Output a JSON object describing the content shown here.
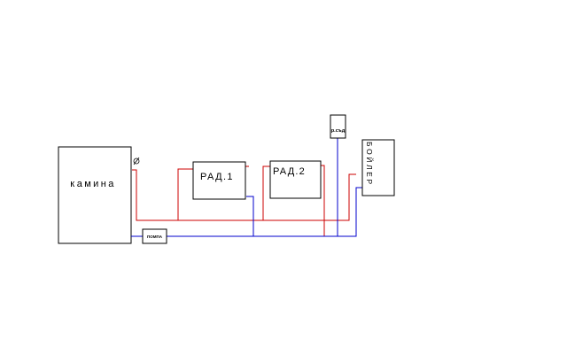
{
  "diagram": {
    "fireplace": {
      "label": "камина"
    },
    "radiator_1": {
      "label": "РАД.1"
    },
    "radiator_2": {
      "label": "РАД.2"
    },
    "pump": {
      "label": "ПОМПА"
    },
    "expansion_vessel": {
      "label": "р.съд"
    },
    "boiler": {
      "label": "БОЙЛЕР"
    }
  },
  "colors": {
    "outline": "#000000",
    "supply_line": "#cc0000",
    "return_line": "#0000cc",
    "background": "#ffffff"
  },
  "icons": {
    "valve": "valve-icon"
  }
}
